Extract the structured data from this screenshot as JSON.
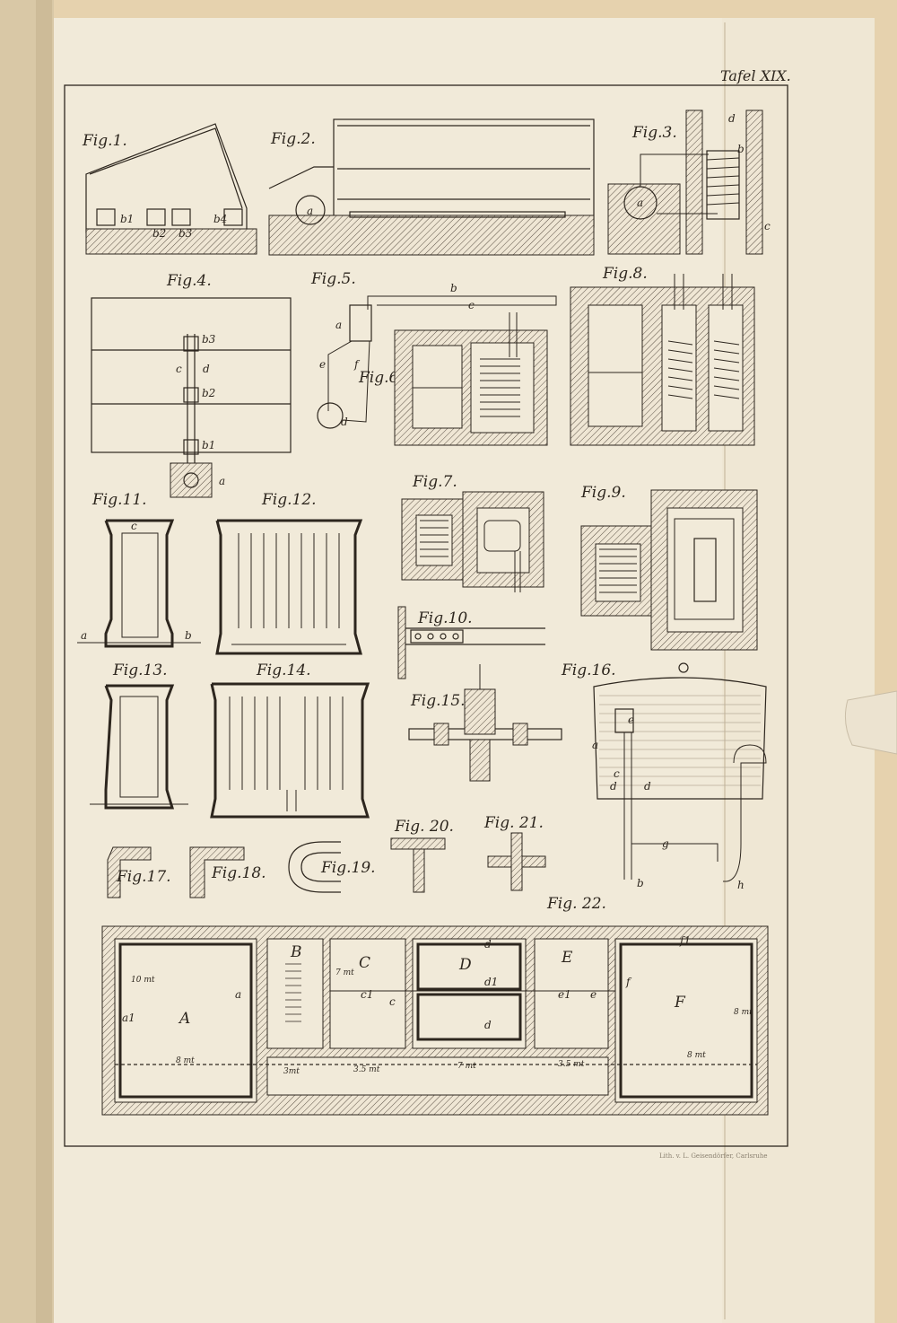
{
  "plate": {
    "title": "Tafel XIX.",
    "imprint": "Lith. v. L. Geisendörfer, Carlsruhe"
  },
  "figures": {
    "fig1": "Fig.1.",
    "fig2": "Fig.2.",
    "fig3": "Fig.3.",
    "fig4": "Fig.4.",
    "fig5": "Fig.5.",
    "fig6": "Fig.6.",
    "fig7": "Fig.7.",
    "fig8": "Fig.8.",
    "fig9": "Fig.9.",
    "fig10": "Fig.10.",
    "fig11": "Fig.11.",
    "fig12": "Fig.12.",
    "fig13": "Fig.13.",
    "fig14": "Fig.14.",
    "fig15": "Fig.15.",
    "fig16": "Fig.16.",
    "fig17": "Fig.17.",
    "fig18": "Fig.18.",
    "fig19": "Fig.19.",
    "fig20": "Fig. 20.",
    "fig21": "Fig. 21.",
    "fig22": "Fig. 22."
  },
  "letters": {
    "a": "a",
    "b": "b",
    "c": "c",
    "d": "d",
    "e": "e",
    "f": "f",
    "g": "g",
    "h": "h",
    "b1": "b1",
    "b2": "b2",
    "b3": "b3",
    "b4": "b4",
    "a1": "a1",
    "c1": "c1",
    "d1": "d1",
    "e1": "e1",
    "f1": "f1",
    "A": "A",
    "B": "B",
    "C": "C",
    "D": "D",
    "E": "E",
    "F": "F"
  },
  "dimensions": {
    "w8": "8 mt",
    "w3": "3mt",
    "w35": "3.5 mt",
    "w7": "7 mt",
    "w35b": "3.5 mt",
    "v10": "10 mt",
    "v7": "7 mt",
    "v8": "8 mt",
    "w8b": "8 mt"
  }
}
